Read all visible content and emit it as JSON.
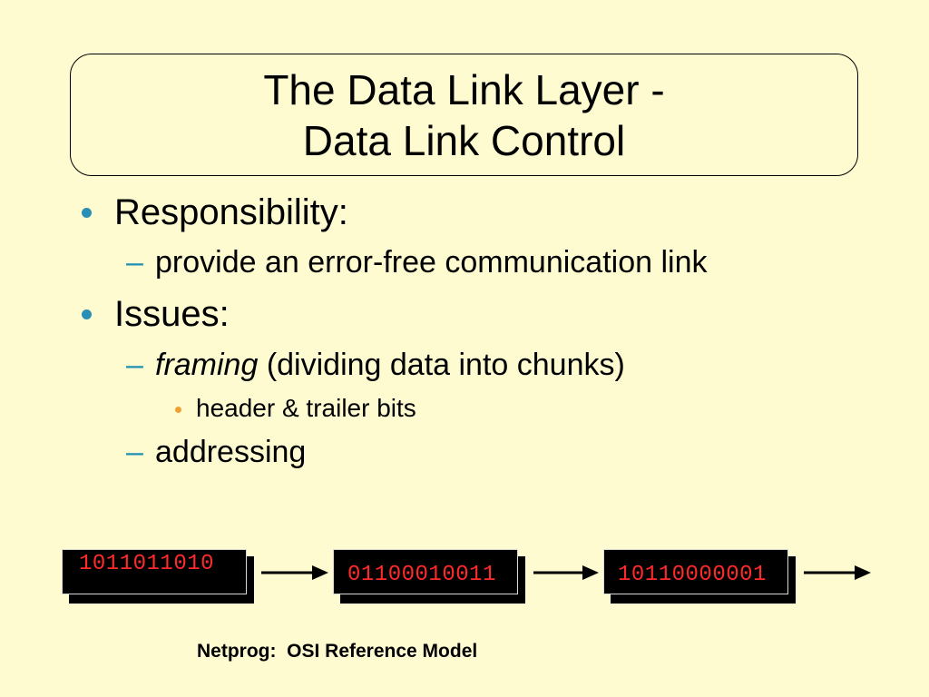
{
  "slide": {
    "title_line1": "The Data Link Layer -",
    "title_line2": "Data Link Control",
    "bullets": {
      "responsibility": "Responsibility:",
      "responsibility_sub": "provide an error-free communication link",
      "issues": "Issues:",
      "framing_em": "framing",
      "framing_rest": " (dividing data into chunks)",
      "header_trailer": "header & trailer bits",
      "addressing": "addressing"
    },
    "dash": "–",
    "frames": [
      {
        "bits": "1011011010"
      },
      {
        "bits": "01100010011"
      },
      {
        "bits": "10110000001"
      }
    ],
    "footer": "Netprog:  OSI Reference Model"
  },
  "colors": {
    "background": "#fffbd1",
    "bullet_l1": "#2a8fb5",
    "bullet_l2": "#1f8fb5",
    "bullet_l3": "#f0a030",
    "bits": "#ff2a2a"
  }
}
